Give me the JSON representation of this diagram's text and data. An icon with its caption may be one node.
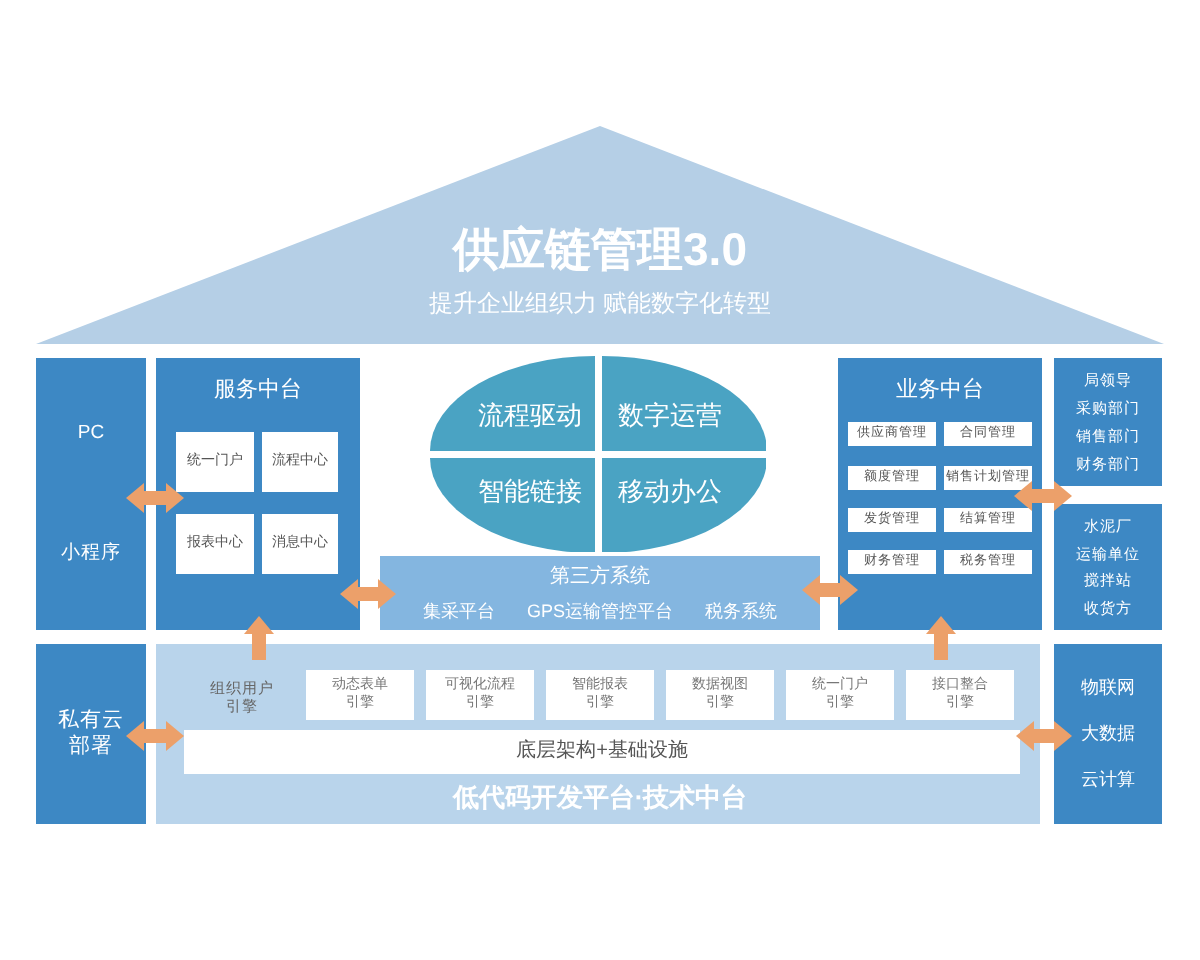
{
  "diagram": {
    "nodes": [
      {
        "text": [
          "供应链管理3.0",
          "提升企业组织力 赋能数字化转型"
        ]
      },
      {
        "text": [
          "PC",
          "小程序"
        ]
      },
      {
        "text": [
          "服务中台"
        ]
      },
      {
        "text": [
          "统一门户"
        ],
        "in": 2
      },
      {
        "text": [
          "流程中心"
        ],
        "in": 2
      },
      {
        "text": [
          "报表中心"
        ],
        "in": 2
      },
      {
        "text": [
          "消息中心"
        ],
        "in": 2
      },
      {
        "text": [
          "流程驱动"
        ]
      },
      {
        "text": [
          "数字运营"
        ]
      },
      {
        "text": [
          "智能链接"
        ]
      },
      {
        "text": [
          "移动办公"
        ]
      },
      {
        "text": [
          "第三方系统",
          "集采平台",
          "GPS运输管控平台",
          "税务系统"
        ]
      },
      {
        "text": [
          "业务中台"
        ]
      },
      {
        "text": [
          "供应商管理"
        ],
        "in": 12
      },
      {
        "text": [
          "合同管理"
        ],
        "in": 12
      },
      {
        "text": [
          "额度管理"
        ],
        "in": 12
      },
      {
        "text": [
          "销售计划管理"
        ],
        "in": 12
      },
      {
        "text": [
          "发货管理"
        ],
        "in": 12
      },
      {
        "text": [
          "结算管理"
        ],
        "in": 12
      },
      {
        "text": [
          "财务管理"
        ],
        "in": 12
      },
      {
        "text": [
          "税务管理"
        ],
        "in": 12
      },
      {
        "text": [
          "局领导",
          "采购部门",
          "销售部门",
          "财务部门"
        ]
      },
      {
        "text": [
          "水泥厂",
          "运输单位",
          "搅拌站",
          "收货方"
        ]
      },
      {
        "text": [
          "私有云部署"
        ]
      },
      {
        "text": [
          "组织用户引擎",
          "低代码开发平台·技术中台"
        ]
      },
      {
        "text": [
          "动态表单引擎"
        ],
        "in": 24
      },
      {
        "text": [
          "可视化流程引擎"
        ],
        "in": 24
      },
      {
        "text": [
          "智能报表引擎"
        ],
        "in": 24
      },
      {
        "text": [
          "数据视图引擎"
        ],
        "in": 24
      },
      {
        "text": [
          "统一门户引擎"
        ],
        "in": 24
      },
      {
        "text": [
          "接口整合引擎"
        ],
        "in": 24
      },
      {
        "text": [
          "底层架构+基础设施"
        ],
        "in": 24
      },
      {
        "text": [
          "物联网",
          "大数据",
          "云计算"
        ]
      }
    ],
    "edges": [
      {
        "from": 1,
        "to": 2,
        "arrow": "both"
      },
      {
        "from": 2,
        "to": 11,
        "arrow": "both"
      },
      {
        "from": 11,
        "to": 12,
        "arrow": "both"
      },
      {
        "from": 12,
        "to": 21,
        "arrow": "both"
      },
      {
        "from": 12,
        "to": 22,
        "arrow": "both"
      },
      {
        "from": 24,
        "to": 2,
        "arrow": "to"
      },
      {
        "from": 24,
        "to": 12,
        "arrow": "to"
      },
      {
        "from": 23,
        "to": 24,
        "arrow": "both"
      },
      {
        "from": 24,
        "to": 32,
        "arrow": "both"
      }
    ]
  }
}
